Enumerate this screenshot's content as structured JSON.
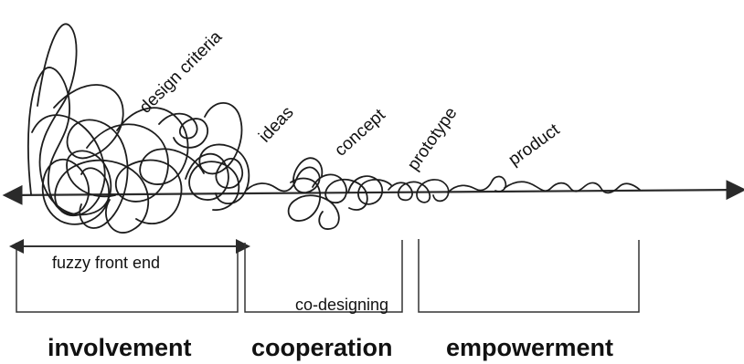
{
  "diagram": {
    "stages": {
      "design_criteria": "design criteria",
      "ideas": "ideas",
      "concept": "concept",
      "prototype": "prototype",
      "product": "product"
    },
    "brackets": {
      "fuzzy_front_end": "fuzzy front end",
      "co_designing": "co-designing"
    },
    "participation_levels": {
      "involvement": "involvement",
      "cooperation": "cooperation",
      "empowerment": "empowerment"
    }
  }
}
